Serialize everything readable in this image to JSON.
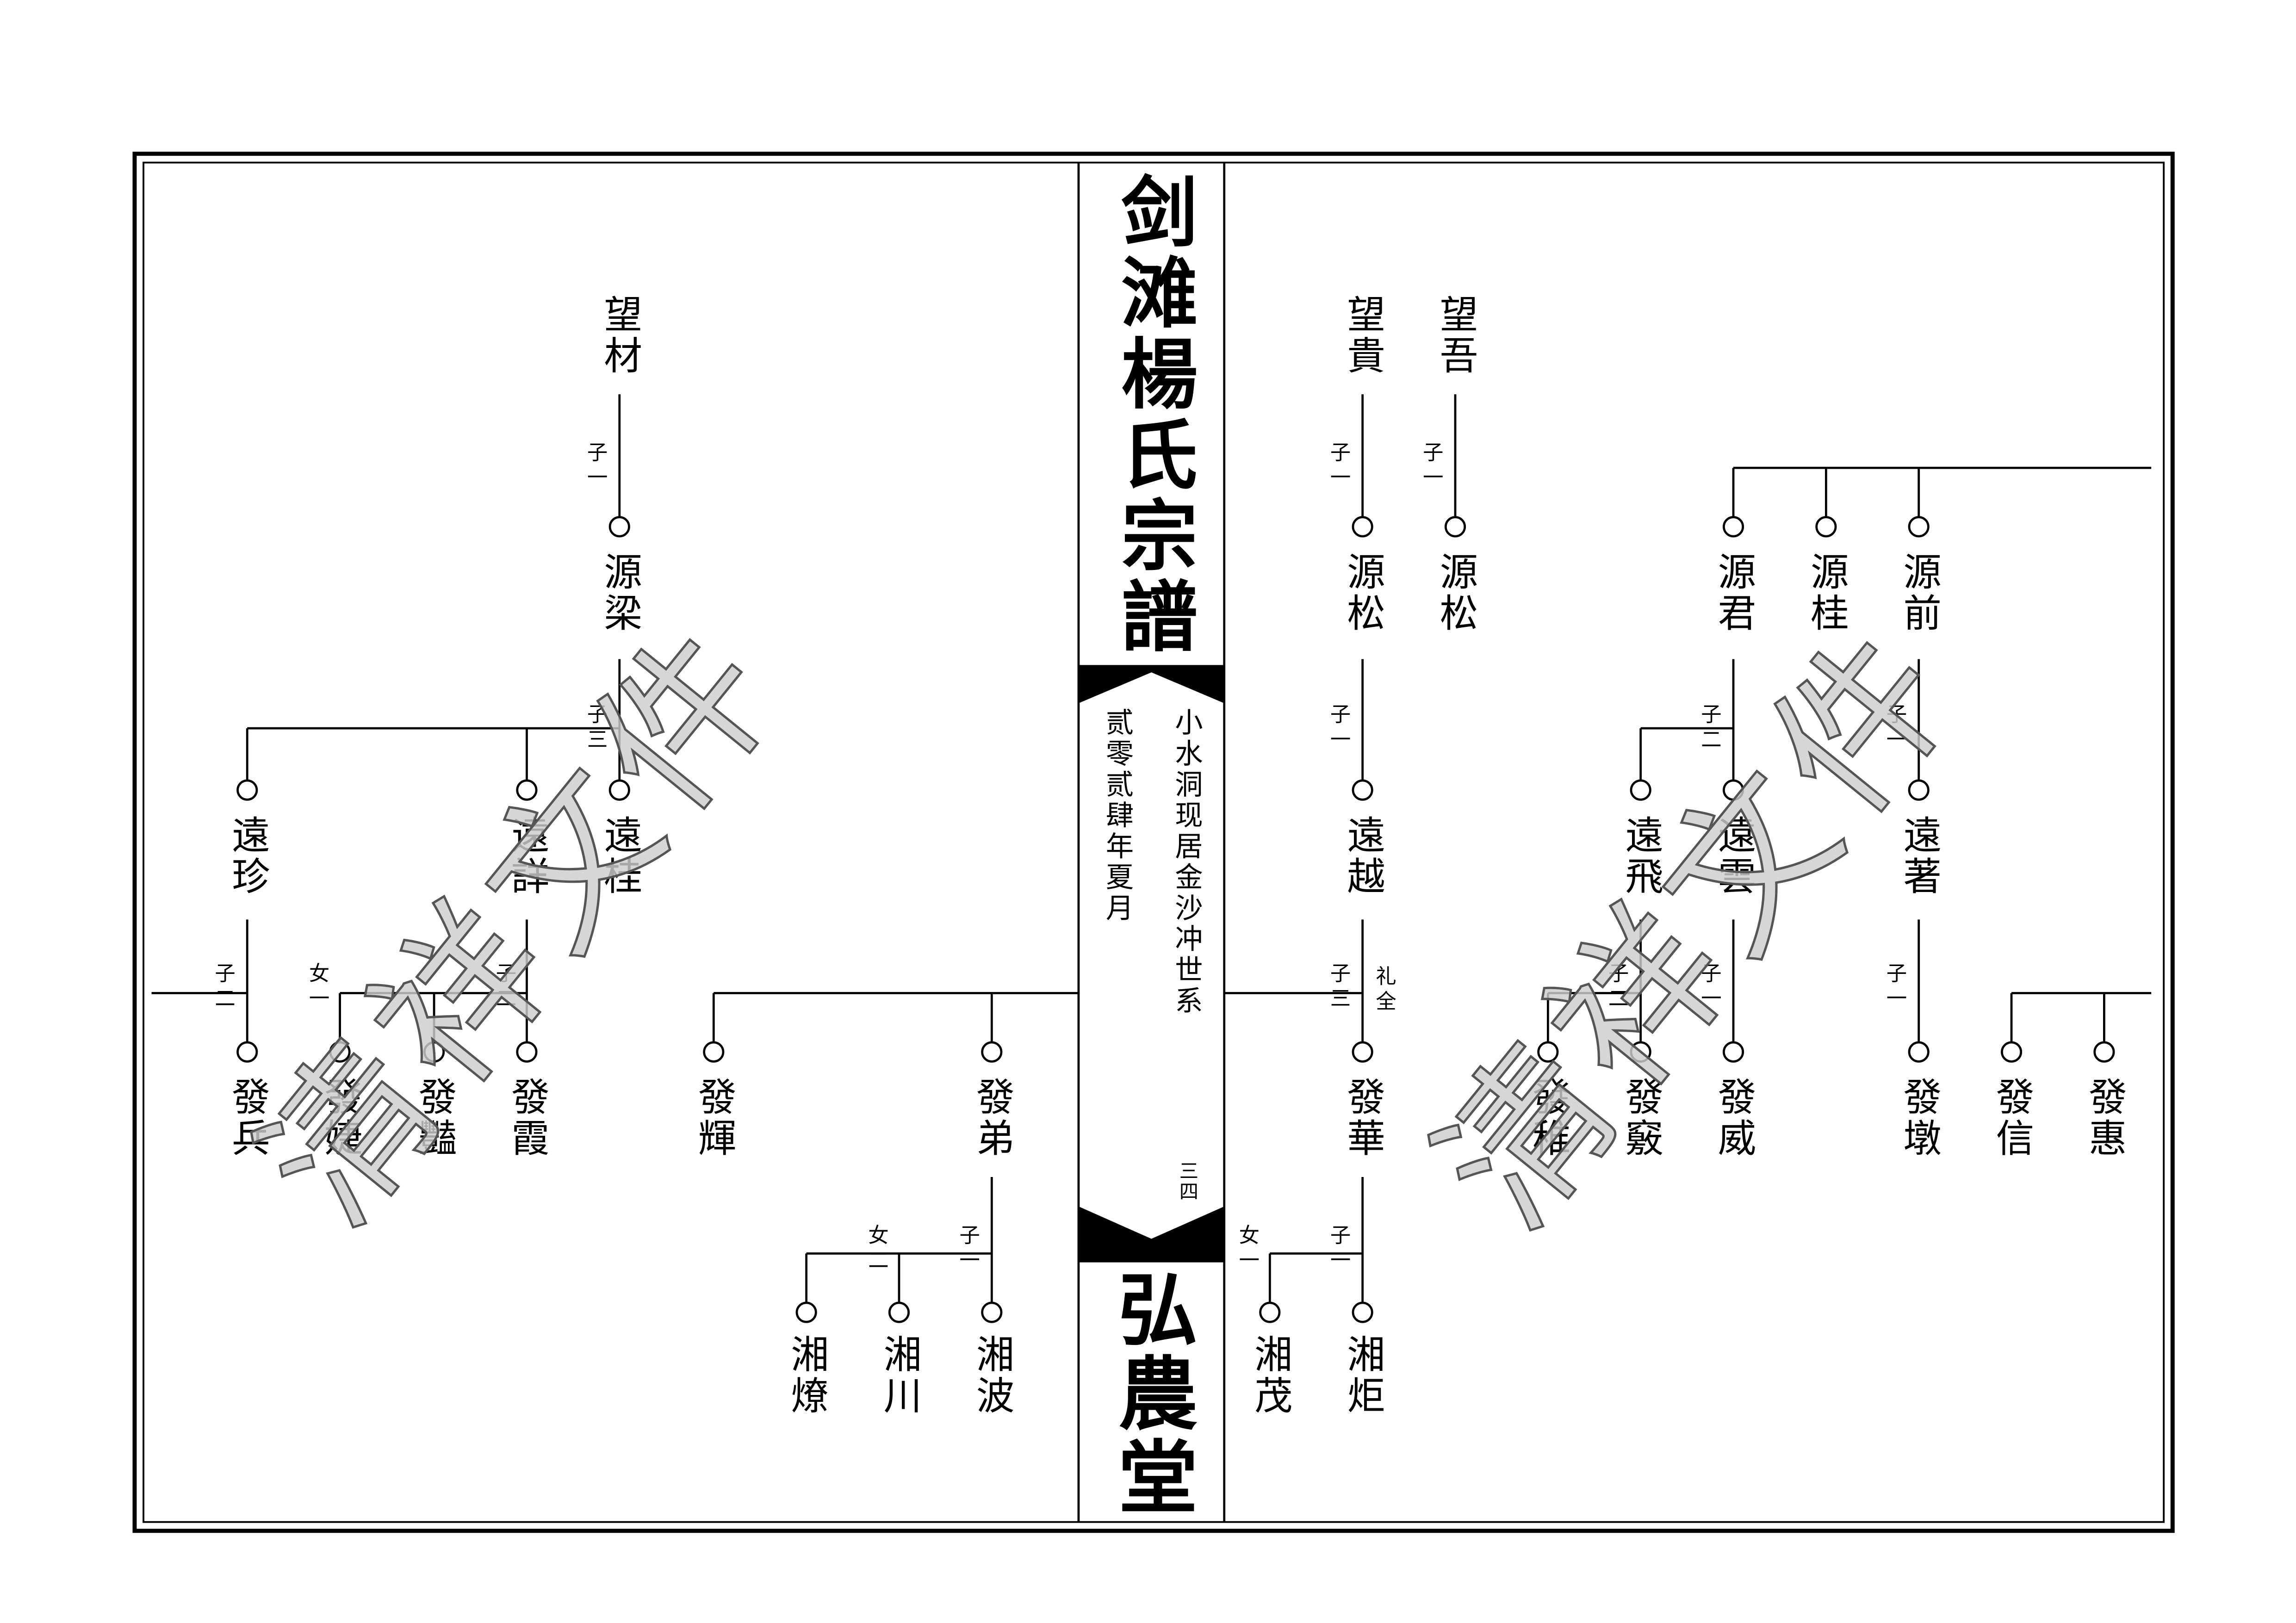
{
  "spine": {
    "title": "剑滩楊氏宗譜",
    "branch_line": "小水洞现居金沙冲世系",
    "date_line": "贰零贰肆年夏月",
    "page_number": "三四",
    "hall_name": "弘農堂"
  },
  "watermark": "清祥文件",
  "left_page": {
    "gen1": [
      {
        "name": "望材",
        "sons": "子一"
      }
    ],
    "gen2": [
      {
        "name": "源梁",
        "sons": "子三"
      }
    ],
    "gen3": [
      {
        "name": "遠珍",
        "sons": "子二"
      },
      {
        "name": "遠詳",
        "sons": "子二",
        "daughters": "女一"
      },
      {
        "name": "遠桂"
      }
    ],
    "gen4": [
      {
        "name": "發兵"
      },
      {
        "name": "發婕"
      },
      {
        "name": "發豔"
      },
      {
        "name": "發霞"
      },
      {
        "name": "發輝"
      },
      {
        "name": "發弟",
        "sons": "子一",
        "daughters": "女二"
      }
    ],
    "gen5": [
      {
        "name": "湘燎"
      },
      {
        "name": "湘川"
      },
      {
        "name": "湘波"
      }
    ]
  },
  "right_page": {
    "gen1": [
      {
        "name": "望貴",
        "sons": "子一"
      },
      {
        "name": "望吾",
        "sons": "子一"
      }
    ],
    "gen2": [
      {
        "name": "源松",
        "sons": "子一"
      },
      {
        "name": "源松"
      },
      {
        "name": "源君",
        "sons": "子二"
      },
      {
        "name": "源桂"
      },
      {
        "name": "源前",
        "sons": "子一"
      }
    ],
    "gen3": [
      {
        "name": "遠越",
        "sons": "子三",
        "note": "礼全"
      },
      {
        "name": "遠飛",
        "sons": "子二"
      },
      {
        "name": "遠雲",
        "sons": "子一"
      },
      {
        "name": "遠著",
        "sons": "子一"
      }
    ],
    "gen4": [
      {
        "name": "發華",
        "sons": "子一",
        "daughters": "女一"
      },
      {
        "name": "發稚"
      },
      {
        "name": "發竅"
      },
      {
        "name": "發威"
      },
      {
        "name": "發墩"
      },
      {
        "name": "發信"
      },
      {
        "name": "發惠"
      }
    ],
    "gen5": [
      {
        "name": "湘茂"
      },
      {
        "name": "湘炬"
      }
    ]
  }
}
